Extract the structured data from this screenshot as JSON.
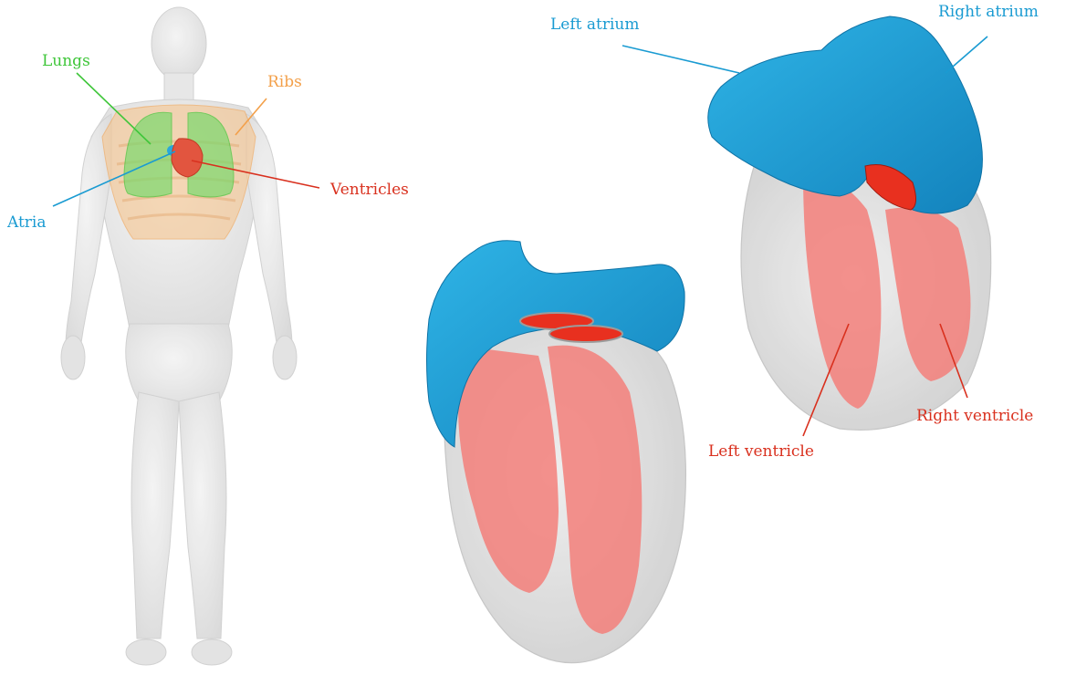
{
  "colors": {
    "lungs": "#3fc63a",
    "ribs": "#f3a04a",
    "atria": "#1a9bd2",
    "ventricles": "#d9301e",
    "right_ventricle_label": "#d9301e",
    "body": "#e9e9e9",
    "heart_shell": "#dcdcdc",
    "chamber_fill": "#f37f7a"
  },
  "body_labels": {
    "lungs": "Lungs",
    "ribs": "Ribs",
    "atria": "Atria",
    "ventricles": "Ventricles"
  },
  "heart_labels": {
    "left_atrium": "Left atrium",
    "right_atrium": "Right atrium",
    "left_ventricle": "Left ventricle",
    "right_ventricle": "Right ventricle"
  }
}
